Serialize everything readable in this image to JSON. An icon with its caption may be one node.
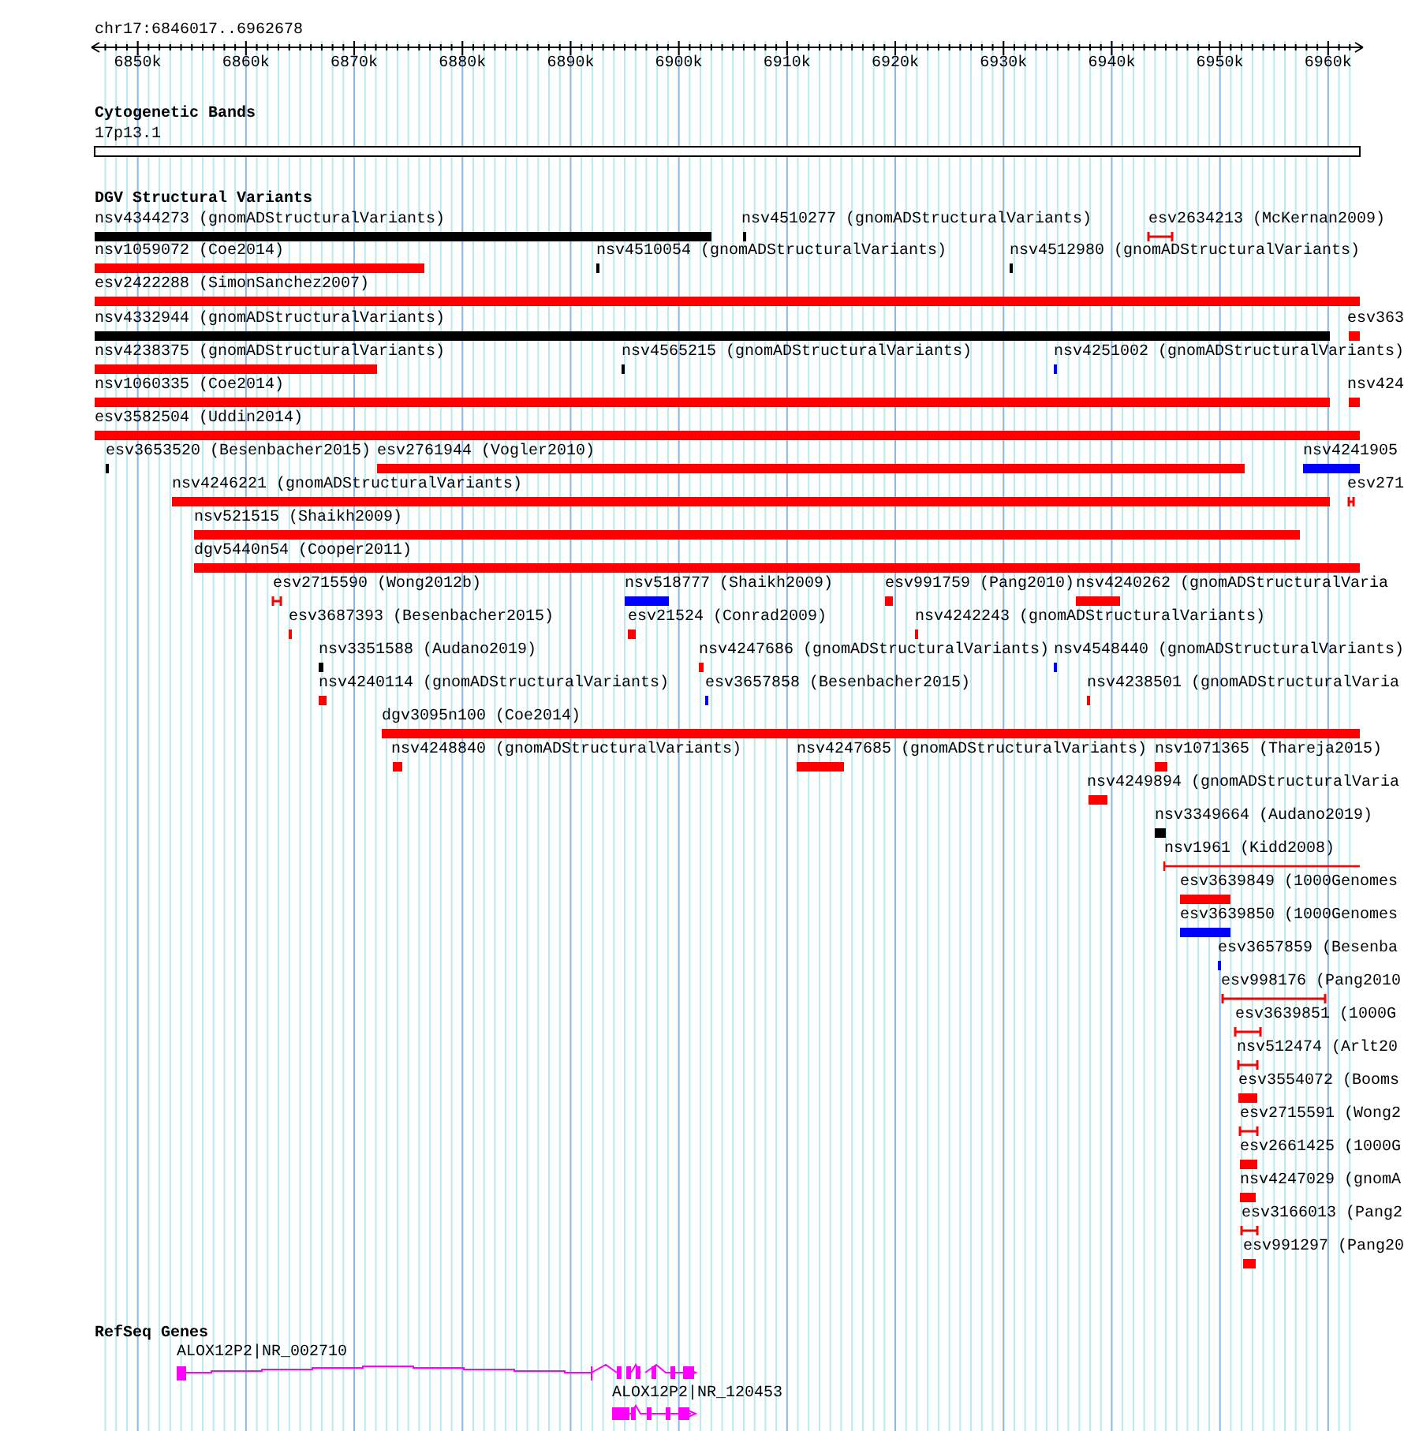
{
  "diagram": {
    "labels": [
      "chr17:6846017..6962678",
      "6850k",
      "6860k",
      "6870k",
      "6880k",
      "6890k",
      "6900k",
      "6910k",
      "6920k",
      "6930k",
      "6940k",
      "6950k",
      "6960k",
      "Cytogenetic Bands",
      "17p13.1",
      "DGV Structural Variants",
      "nsv4344273 (gnomADStructuralVariants)",
      "nsv4510277 (gnomADStructuralVariants)",
      "esv2634213 (McKernan2009)",
      "nsv1059072 (Coe2014)",
      "nsv4510054 (gnomADStructuralVariants)",
      "nsv4512980 (gnomADStructuralVariants)",
      "esv2422288 (SimonSanchez2007)",
      "nsv4332944 (gnomADStructuralVariants)",
      "esv363",
      "nsv4238375 (gnomADStructuralVariants)",
      "nsv4565215 (gnomADStructuralVariants)",
      "nsv4251002 (gnomADStructuralVariants)",
      "nsv1060335 (Coe2014)",
      "nsv424",
      "esv3582504 (Uddin2014)",
      "esv3653520 (Besenbacher2015)",
      "esv2761944 (Vogler2010)",
      "nsv4241905",
      "nsv4246221 (gnomADStructuralVariants)",
      "esv271",
      "nsv521515 (Shaikh2009)",
      "dgv5440n54 (Cooper2011)",
      "esv2715590 (Wong2012b)",
      "nsv518777 (Shaikh2009)",
      "esv991759 (Pang2010)",
      "nsv4240262 (gnomADStructuralVaria",
      "esv3687393 (Besenbacher2015)",
      "esv21524 (Conrad2009)",
      "nsv4242243 (gnomADStructuralVariants)",
      "nsv3351588 (Audano2019)",
      "nsv4247686 (gnomADStructuralVariants)",
      "nsv4548440 (gnomADStructuralVariants)",
      "nsv4240114 (gnomADStructuralVariants)",
      "esv3657858 (Besenbacher2015)",
      "nsv4238501 (gnomADStructuralVaria",
      "dgv3095n100 (Coe2014)",
      "nsv4248840 (gnomADStructuralVariants)",
      "nsv4247685 (gnomADStructuralVariants)",
      "nsv1071365 (Thareja2015)",
      "nsv4249894 (gnomADStructuralVaria",
      "nsv3349664 (Audano2019)",
      "nsv1961 (Kidd2008)",
      "esv3639849 (1000Genomes",
      "esv3639850 (1000Genomes",
      "esv3657859 (Besenba",
      "esv998176 (Pang2010",
      "esv3639851 (1000G",
      "nsv512474 (Arlt20",
      "esv3554072 (Booms",
      "esv2715591 (Wong2",
      "esv2661425 (1000G",
      "nsv4247029 (gnomA",
      "esv3166013 (Pang2",
      "esv991297 (Pang20",
      "RefSeq Genes",
      "ALOX12P2|NR_002710",
      "ALOX12P2|NR_120453"
    ]
  }
}
